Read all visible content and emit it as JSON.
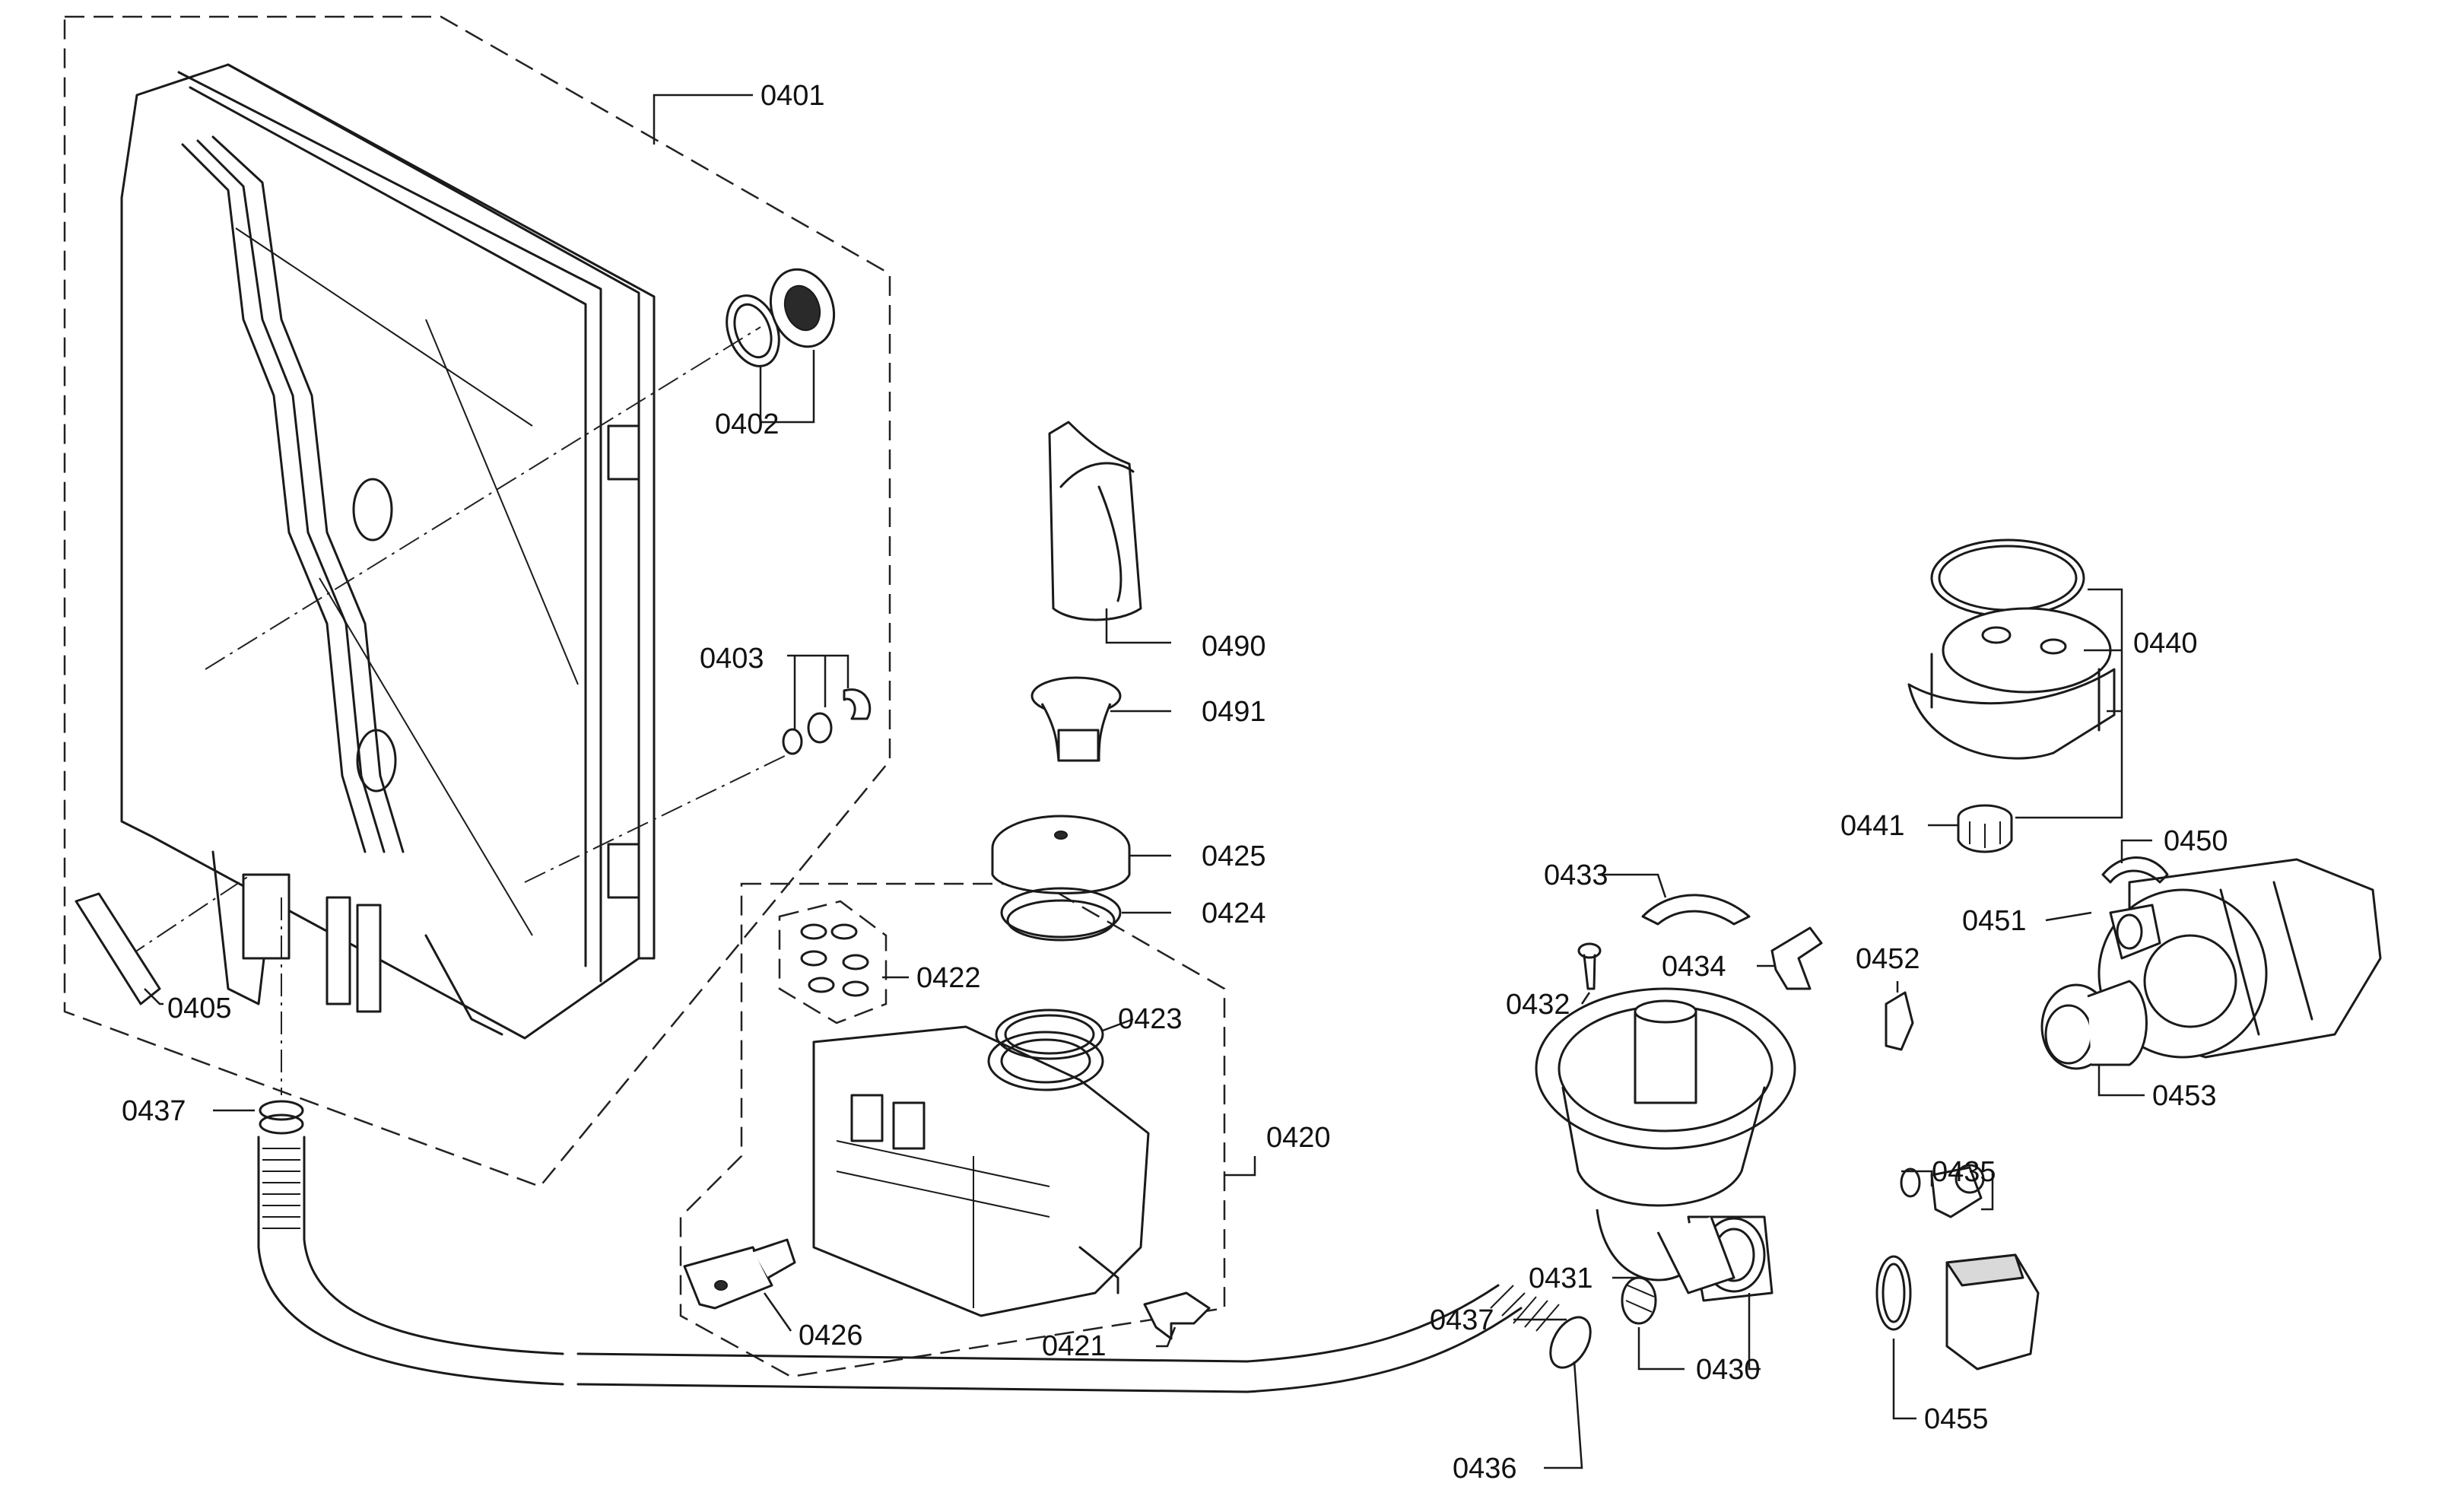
{
  "labels": {
    "p0401": "0401",
    "p0402": "0402",
    "p0403": "0403",
    "p0405": "0405",
    "p0437a": "0437",
    "p0490": "0490",
    "p0491": "0491",
    "p0425": "0425",
    "p0424": "0424",
    "p0422": "0422",
    "p0423": "0423",
    "p0420": "0420",
    "p0426": "0426",
    "p0421": "0421",
    "p0433": "0433",
    "p0432": "0432",
    "p0434": "0434",
    "p0452": "0452",
    "p0431": "0431",
    "p0437b": "0437",
    "p0430": "0430",
    "p0436": "0436",
    "p0435": "0435",
    "p0455": "0455",
    "p0440": "0440",
    "p0441": "0441",
    "p0450": "0450",
    "p0451": "0451",
    "p0453": "0453"
  }
}
